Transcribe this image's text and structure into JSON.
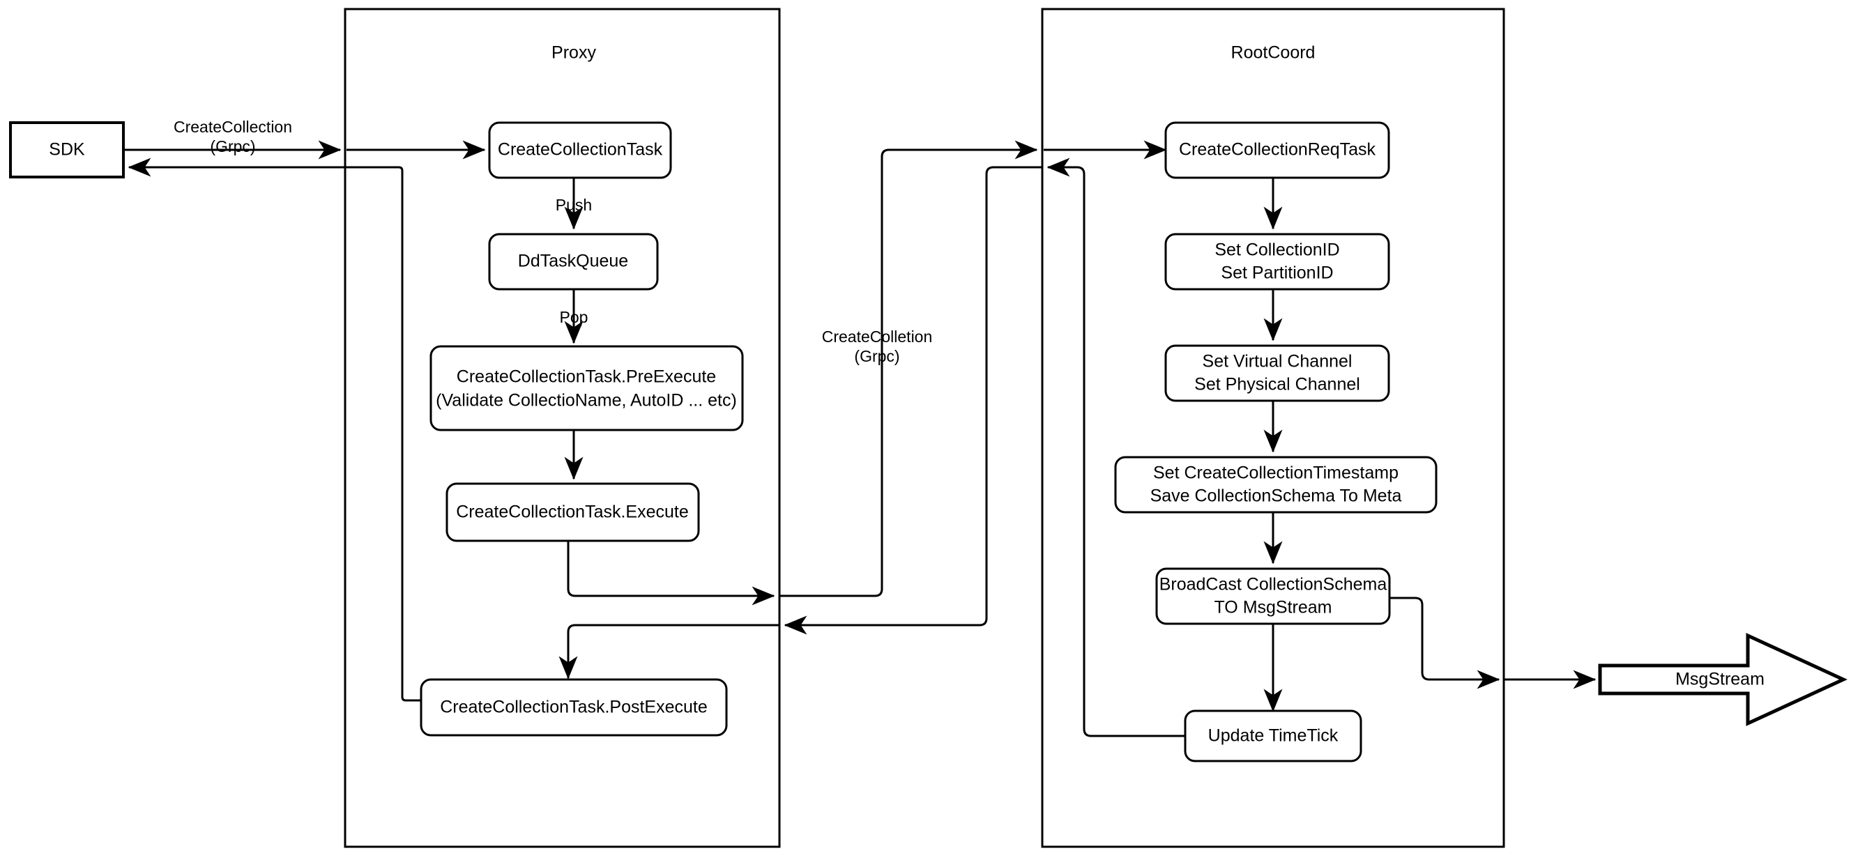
{
  "diagram": {
    "title": "Milvus CreateCollection Flow",
    "background": "#ffffff",
    "stroke_color": "#000000",
    "fill_color": "#ffffff"
  },
  "containers": [
    {
      "id": "proxy",
      "title": "Proxy"
    },
    {
      "id": "rootcoord",
      "title": "RootCoord"
    }
  ],
  "nodes": {
    "sdk": "SDK",
    "create_collection_task": "CreateCollectionTask",
    "dd_task_queue": "DdTaskQueue",
    "pre_execute_line1": "CreateCollectionTask.PreExecute",
    "pre_execute_line2": "(Validate CollectioName, AutoID ... etc)",
    "execute": "CreateCollectionTask.Execute",
    "post_execute": "CreateCollectionTask.PostExecute",
    "create_collection_req_task": "CreateCollectionReqTask",
    "set_ids_line1": "Set CollectionID",
    "set_ids_line2": "Set PartitionID",
    "set_channels_line1": "Set Virtual Channel",
    "set_channels_line2": "Set Physical Channel",
    "set_meta_line1": "Set CreateCollectionTimestamp",
    "set_meta_line2": "Save CollectionSchema To Meta",
    "broadcast_line1": "BroadCast CollectionSchema",
    "broadcast_line2": "TO MsgStream",
    "update_timetick": "Update TimeTick",
    "msgstream": "MsgStream"
  },
  "edge_labels": {
    "sdk_to_proxy_line1": "CreateCollection",
    "sdk_to_proxy_line2": "(Grpc)",
    "push": "Push",
    "pop": "Pop",
    "proxy_to_rootcoord_line1": "CreateColletion",
    "proxy_to_rootcoord_line2": "(Grpc)"
  }
}
